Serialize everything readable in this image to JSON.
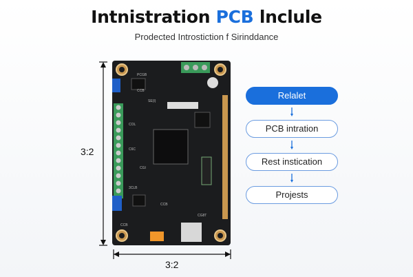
{
  "header": {
    "title_pre": "Intnistration ",
    "title_accent": "PCB",
    "title_post": " lnclule",
    "subtitle": "Prodected Introstiction  f Sirinddance"
  },
  "dimensions": {
    "height_label": "3:2",
    "width_label": "3:2"
  },
  "pcb": {
    "silkscreen": [
      "PCGB",
      "CCB",
      "COL",
      "C6C",
      "CGI",
      "3CLB",
      "CCB",
      "CCB",
      "CG8T",
      "SE(I)"
    ]
  },
  "flow": {
    "steps": [
      {
        "label": "Relalet",
        "primary": true
      },
      {
        "label": "PCB intration"
      },
      {
        "label": "Rest instication"
      },
      {
        "label": "Projests"
      }
    ]
  },
  "colors": {
    "accent": "#1a6fdc",
    "pcb": "#1b1c1e",
    "terminal": "#3a9a5a",
    "node_border": "#6a9be0"
  }
}
